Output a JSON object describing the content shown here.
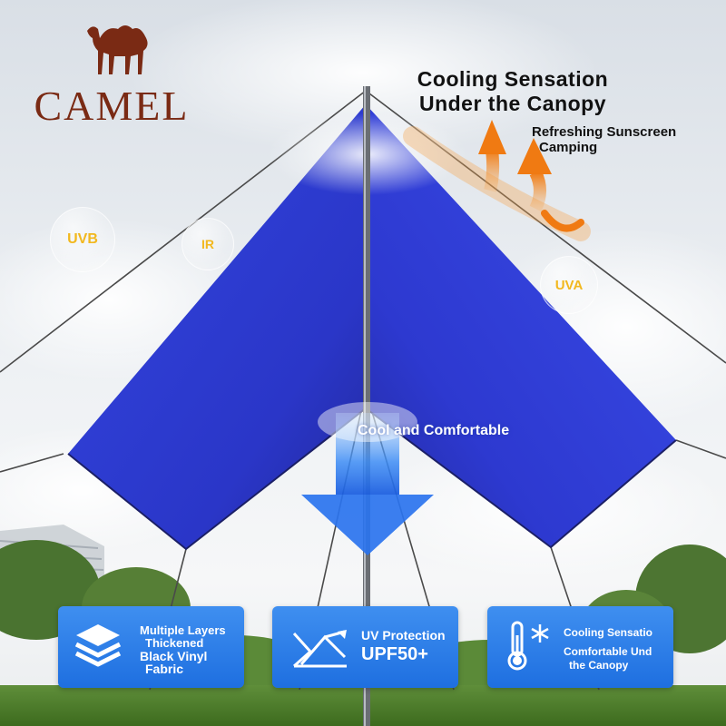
{
  "brand": {
    "name": "CAMEL",
    "color": "#7a2a14"
  },
  "headline": [
    "Cooling Sensation",
    "Under the Canopy"
  ],
  "subhead": [
    "Refreshing Sunscreen",
    "Camping"
  ],
  "badges": {
    "uvb": "UVB",
    "ir": "IR",
    "uva": "UVA"
  },
  "cool_label": "Cool and Comfortable",
  "features": [
    {
      "icon": "layers-icon",
      "lines": [
        "Multiple Layers",
        "Thickened",
        "Black Vinyl",
        "Fabric"
      ]
    },
    {
      "icon": "uv-protection-icon",
      "lines": [
        "UV Protection",
        "UPF50+"
      ]
    },
    {
      "icon": "thermometer-snowflake-icon",
      "lines": [
        "Cooling Sensatio",
        "Comfortable Und",
        "the Canopy"
      ]
    }
  ],
  "colors": {
    "canopy": "#2f3fd8",
    "card": "#2a7ce8",
    "arrow_warm": "#f28a1e",
    "arrow_cool": "#3a8ff5"
  }
}
